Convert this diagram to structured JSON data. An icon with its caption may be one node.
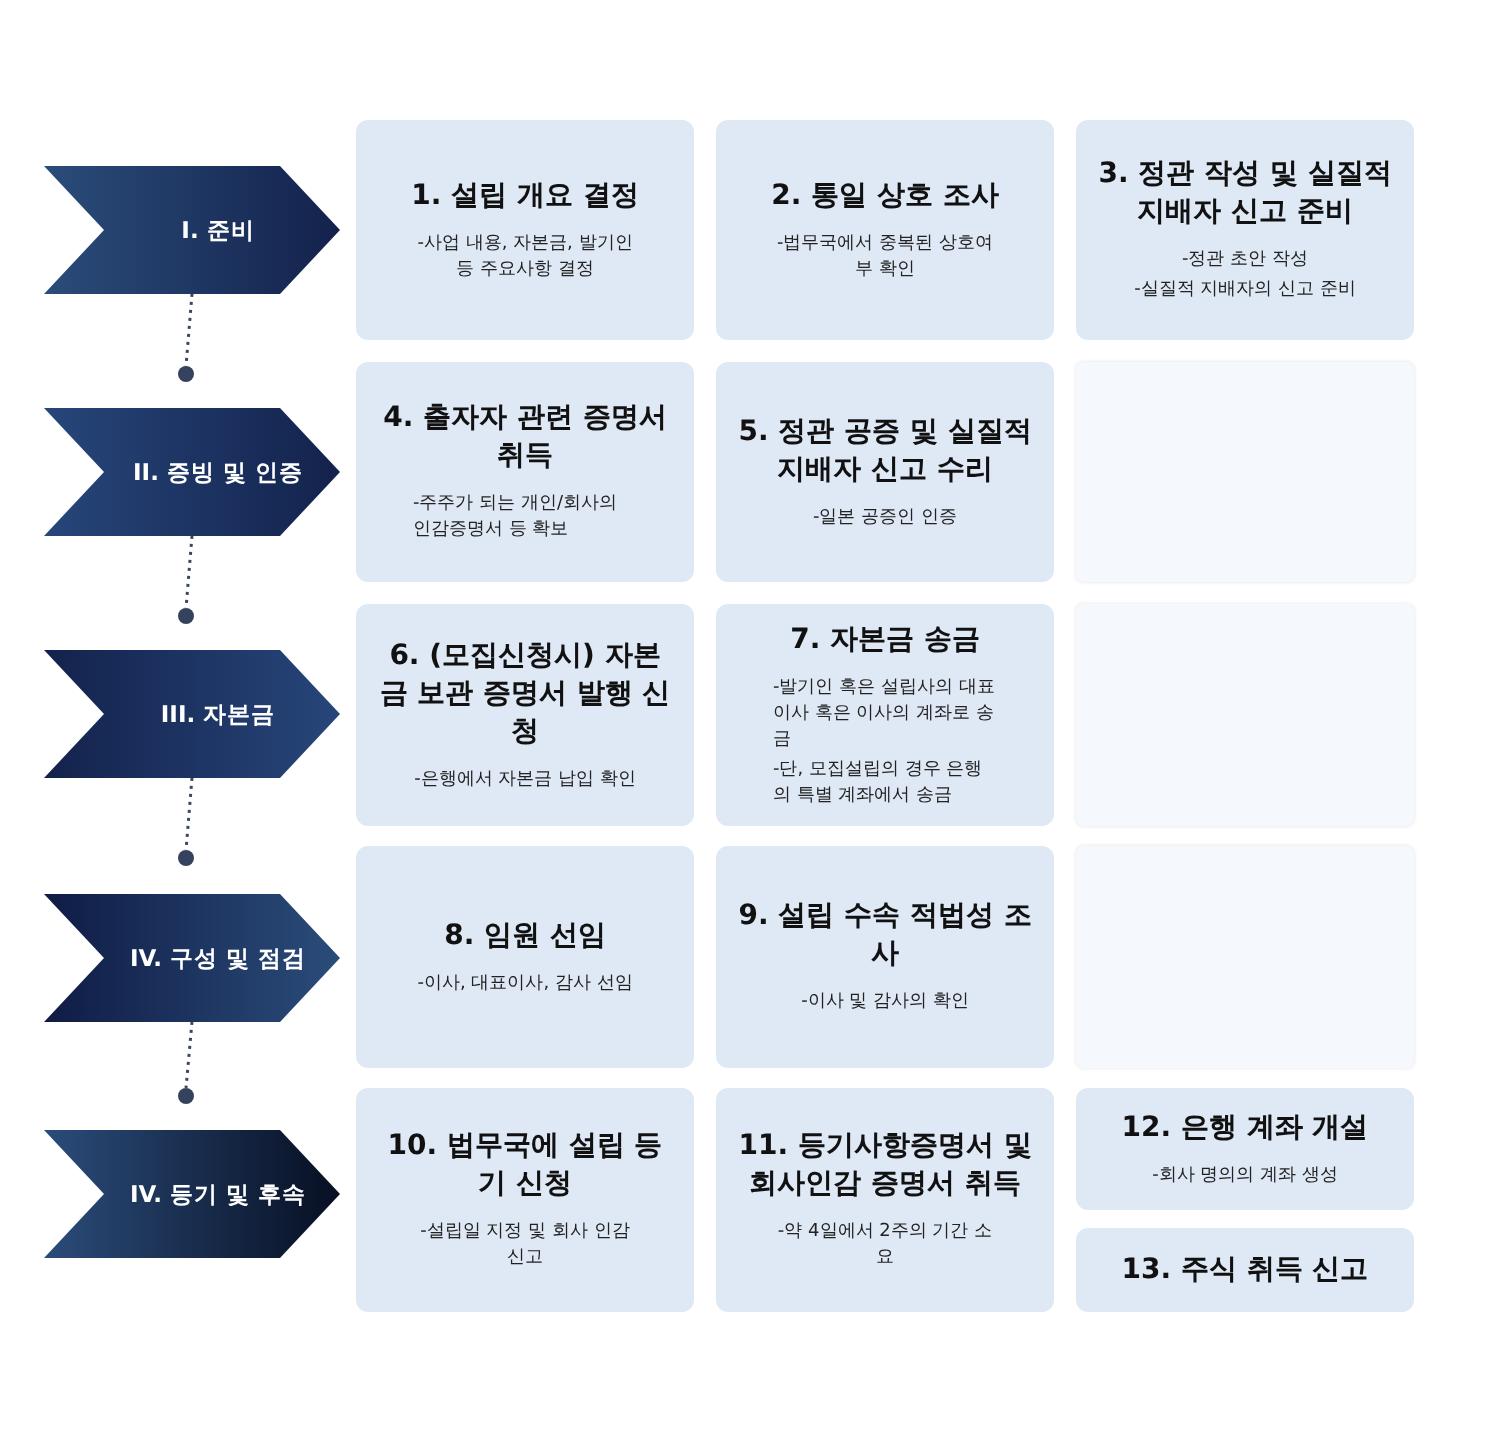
{
  "diagram": {
    "nodes": [
      {
        "text": [
          "I. 준비"
        ]
      },
      {
        "text": [
          "1. 설립 개요 결정",
          "-사업 내용, 자본금, 발기인 등 주요사항 결정"
        ]
      },
      {
        "text": [
          "2. 통일 상호 조사",
          "-법무국에서 중복된 상호여부 확인"
        ]
      },
      {
        "text": [
          "3. 정관 작성 및 실질적 지배자 신고 준비",
          "-정관 초안 작성",
          "-실질적 지배자의 신고 준비"
        ]
      },
      {
        "text": [],
        "shape": "circle"
      },
      {
        "text": [
          "II. 증빙 및 인증"
        ]
      },
      {
        "text": [
          "4. 출자자 관련 증명서 취득",
          "-주주가 되는 개인/회사의 인감증명서 등 확보"
        ]
      },
      {
        "text": [
          "5. 정관 공증 및 실질적 지배자 신고 수리",
          "-일본 공증인 인증"
        ]
      },
      {
        "text": [],
        "shape": "box"
      },
      {
        "text": [],
        "shape": "circle"
      },
      {
        "text": [
          "III. 자본금"
        ]
      },
      {
        "text": [
          "6. (모집신청시) 자본금 보관 증명서 발행 신청",
          "-은행에서 자본금 납입 확인"
        ]
      },
      {
        "text": [
          "7. 자본금 송금",
          "-발기인 혹은 설립사의 대표이사 혹은 이사의 계좌로 송금",
          "-단, 모집설립의 경우 은행의 특별 계좌에서 송금"
        ]
      },
      {
        "text": [],
        "shape": "box"
      },
      {
        "text": [],
        "shape": "circle"
      },
      {
        "text": [
          "IV. 구성 및 점검"
        ]
      },
      {
        "text": [
          "8. 임원 선임",
          "-이사, 대표이사, 감사 선임"
        ]
      },
      {
        "text": [
          "9. 설립 수속 적법성 조사",
          "-이사 및 감사의 확인"
        ]
      },
      {
        "text": [],
        "shape": "box"
      },
      {
        "text": [],
        "shape": "circle"
      },
      {
        "text": [
          "IV. 등기 및 후속"
        ]
      },
      {
        "text": [
          "10. 법무국에 설립 등기 신청",
          "-설립일 지정 및 회사 인감 신고"
        ]
      },
      {
        "text": [
          "11. 등기사항증명서 및 회사인감 증명서 취득",
          "-약 4일에서 2주의 기간 소요"
        ]
      },
      {
        "text": [
          "12. 은행 계좌 개설",
          "-회사 명의의 계좌 생성"
        ]
      },
      {
        "text": [
          "13. 주식 취득 신고"
        ]
      }
    ],
    "edges": [
      {
        "from": 0,
        "to": 4,
        "arrow": "none",
        "style": "dashed"
      },
      {
        "from": 5,
        "to": 9,
        "arrow": "none",
        "style": "dashed"
      },
      {
        "from": 10,
        "to": 14,
        "arrow": "none",
        "style": "dashed"
      },
      {
        "from": 15,
        "to": 19,
        "arrow": "none",
        "style": "dashed"
      }
    ]
  }
}
